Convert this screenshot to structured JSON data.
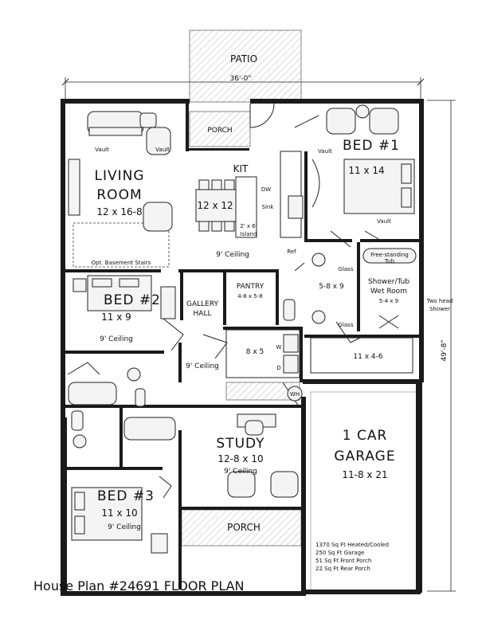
{
  "plan": {
    "title": "House Plan #24691 FLOOR PLAN",
    "overall_width": "36'-0\"",
    "overall_depth": "49'-8\""
  },
  "rooms": {
    "patio": "PATIO",
    "porch_rear": "PORCH",
    "living_name_1": "LIVING",
    "living_name_2": "ROOM",
    "living_size": "12 x 16-8",
    "vault_living_a": "Vault",
    "vault_living_b": "Vault",
    "basement_note": "Opt. Basement Stairs",
    "kit": "KIT",
    "kit_size": "12 x 12",
    "dw": "DW",
    "sink": "Sink",
    "island_1": "2' x 6'",
    "island_2": "Island",
    "kit_ceiling": "9' Ceiling",
    "ref": "Ref",
    "bed1_name": "BED #1",
    "bed1_size": "11 x 14",
    "vault_bed1_a": "Vault",
    "vault_bed1_b": "Vault",
    "bath1_size": "5-8 x 9",
    "glass_a": "Glass",
    "glass_b": "Glass",
    "tub_1": "Free-standing",
    "tub_2": "Tub",
    "wetroom_1": "Shower/Tub",
    "wetroom_2": "Wet Room",
    "wetroom_size": "5-4 x 9",
    "two_head_1": "Two head",
    "two_head_2": "Shower",
    "closet1_size": "11 x 4-6",
    "pantry": "PANTRY",
    "pantry_size": "4-8 x 5-8",
    "gallery_1": "GALLERY",
    "gallery_2": "HALL",
    "laundry_size": "8 x 5",
    "w": "W",
    "d": "D",
    "wh": "WH",
    "bed2_name": "BED #2",
    "bed2_size": "11 x 9",
    "bed2_ceiling": "9' Ceiling",
    "hall_ceiling": "9' Ceiling",
    "study_name": "STUDY",
    "study_size": "12-8 x 10",
    "study_ceiling": "9' Ceiling",
    "garage_1": "1 CAR",
    "garage_2": "GARAGE",
    "garage_size": "11-8 x 21",
    "bed3_name": "BED #3",
    "bed3_size": "11 x 10",
    "bed3_ceiling": "9' Ceiling",
    "porch_front": "PORCH"
  },
  "areas": [
    "1370 Sq Ft Heated/Cooled",
    "250 Sq Ft Garage",
    "51 Sq Ft Front Porch",
    "22 Sq Ft Rear Porch"
  ]
}
